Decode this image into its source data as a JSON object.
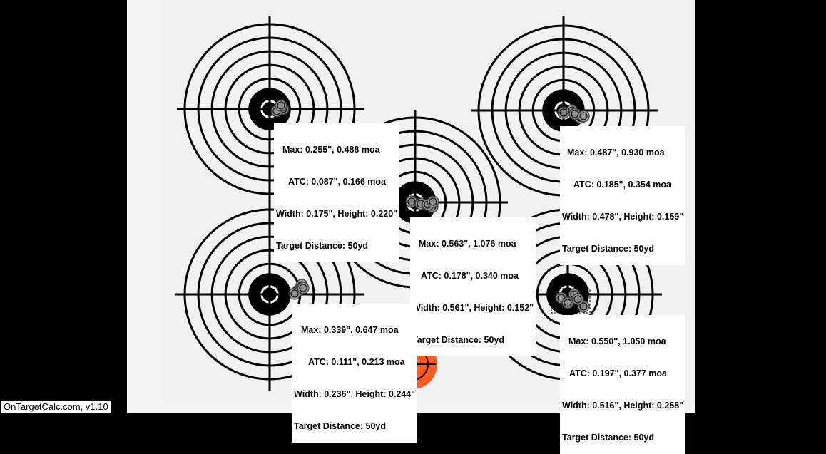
{
  "app": {
    "version_label": "OnTargetCalc.com, v1.10"
  },
  "groups": [
    {
      "id": "top-left",
      "stats": [
        "Max: 0.255\", 0.488 moa",
        "ATC: 0.087\", 0.166 moa",
        "Width: 0.175\", Height: 0.220\"",
        "Target Distance: 50yd"
      ]
    },
    {
      "id": "top-right",
      "stats": [
        "Max: 0.487\", 0.930 moa",
        "ATC: 0.185\", 0.354 moa",
        "Width: 0.478\", Height: 0.159\"",
        "Target Distance: 50yd"
      ]
    },
    {
      "id": "center",
      "stats": [
        "Max: 0.563\", 1.076 moa",
        "ATC: 0.178\", 0.340 moa",
        "Width: 0.561\", Height: 0.152\"",
        "Target Distance: 50yd"
      ]
    },
    {
      "id": "bottom-left",
      "stats": [
        "Max: 0.339\", 0.647 moa",
        "ATC: 0.111\", 0.213 moa",
        "Width: 0.236\", Height: 0.244\"",
        "Target Distance: 50yd"
      ]
    },
    {
      "id": "bottom-right",
      "stats": [
        "Max: 0.550\", 1.050 moa",
        "ATC: 0.197\", 0.377 moa",
        "Width: 0.516\", Height: 0.258\"",
        "Target Distance: 50yd"
      ]
    }
  ],
  "colors": {
    "background": "#000000",
    "paper": "#f4f4f5",
    "rings": "#000000",
    "aim_sticker": "#ff5a1f",
    "label_bg": "#ffffff"
  }
}
